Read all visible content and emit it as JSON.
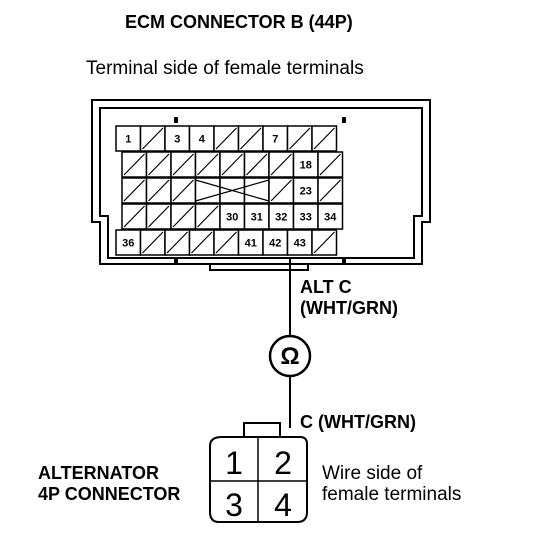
{
  "title": "ECM CONNECTOR B (44P)",
  "subtitle": "Terminal side of female terminals",
  "ecm_connector": {
    "rows": [
      {
        "cells": [
          "1",
          "",
          "3",
          "4",
          "",
          "",
          "7",
          "",
          ""
        ]
      },
      {
        "cells": [
          "",
          "",
          "",
          "",
          "",
          "",
          "",
          "18",
          ""
        ]
      },
      {
        "cells": [
          "",
          "",
          "",
          "",
          "",
          "",
          "",
          "23",
          ""
        ]
      },
      {
        "cells": [
          "",
          "",
          "",
          "",
          "30",
          "31",
          "32",
          "33",
          "34"
        ]
      },
      {
        "cells": [
          "36",
          "",
          "",
          "",
          "",
          "41",
          "42",
          "43",
          ""
        ]
      }
    ]
  },
  "wire1": {
    "line1": "ALT C",
    "line2": "(WHT/GRN)"
  },
  "ohm_symbol": "Ω",
  "wire2": {
    "label": "C (WHT/GRN)"
  },
  "alternator": {
    "label_line1": "ALTERNATOR",
    "label_line2": "4P CONNECTOR",
    "terminals": [
      "1",
      "2",
      "3",
      "4"
    ],
    "side_line1": "Wire side of",
    "side_line2": "female terminals"
  }
}
